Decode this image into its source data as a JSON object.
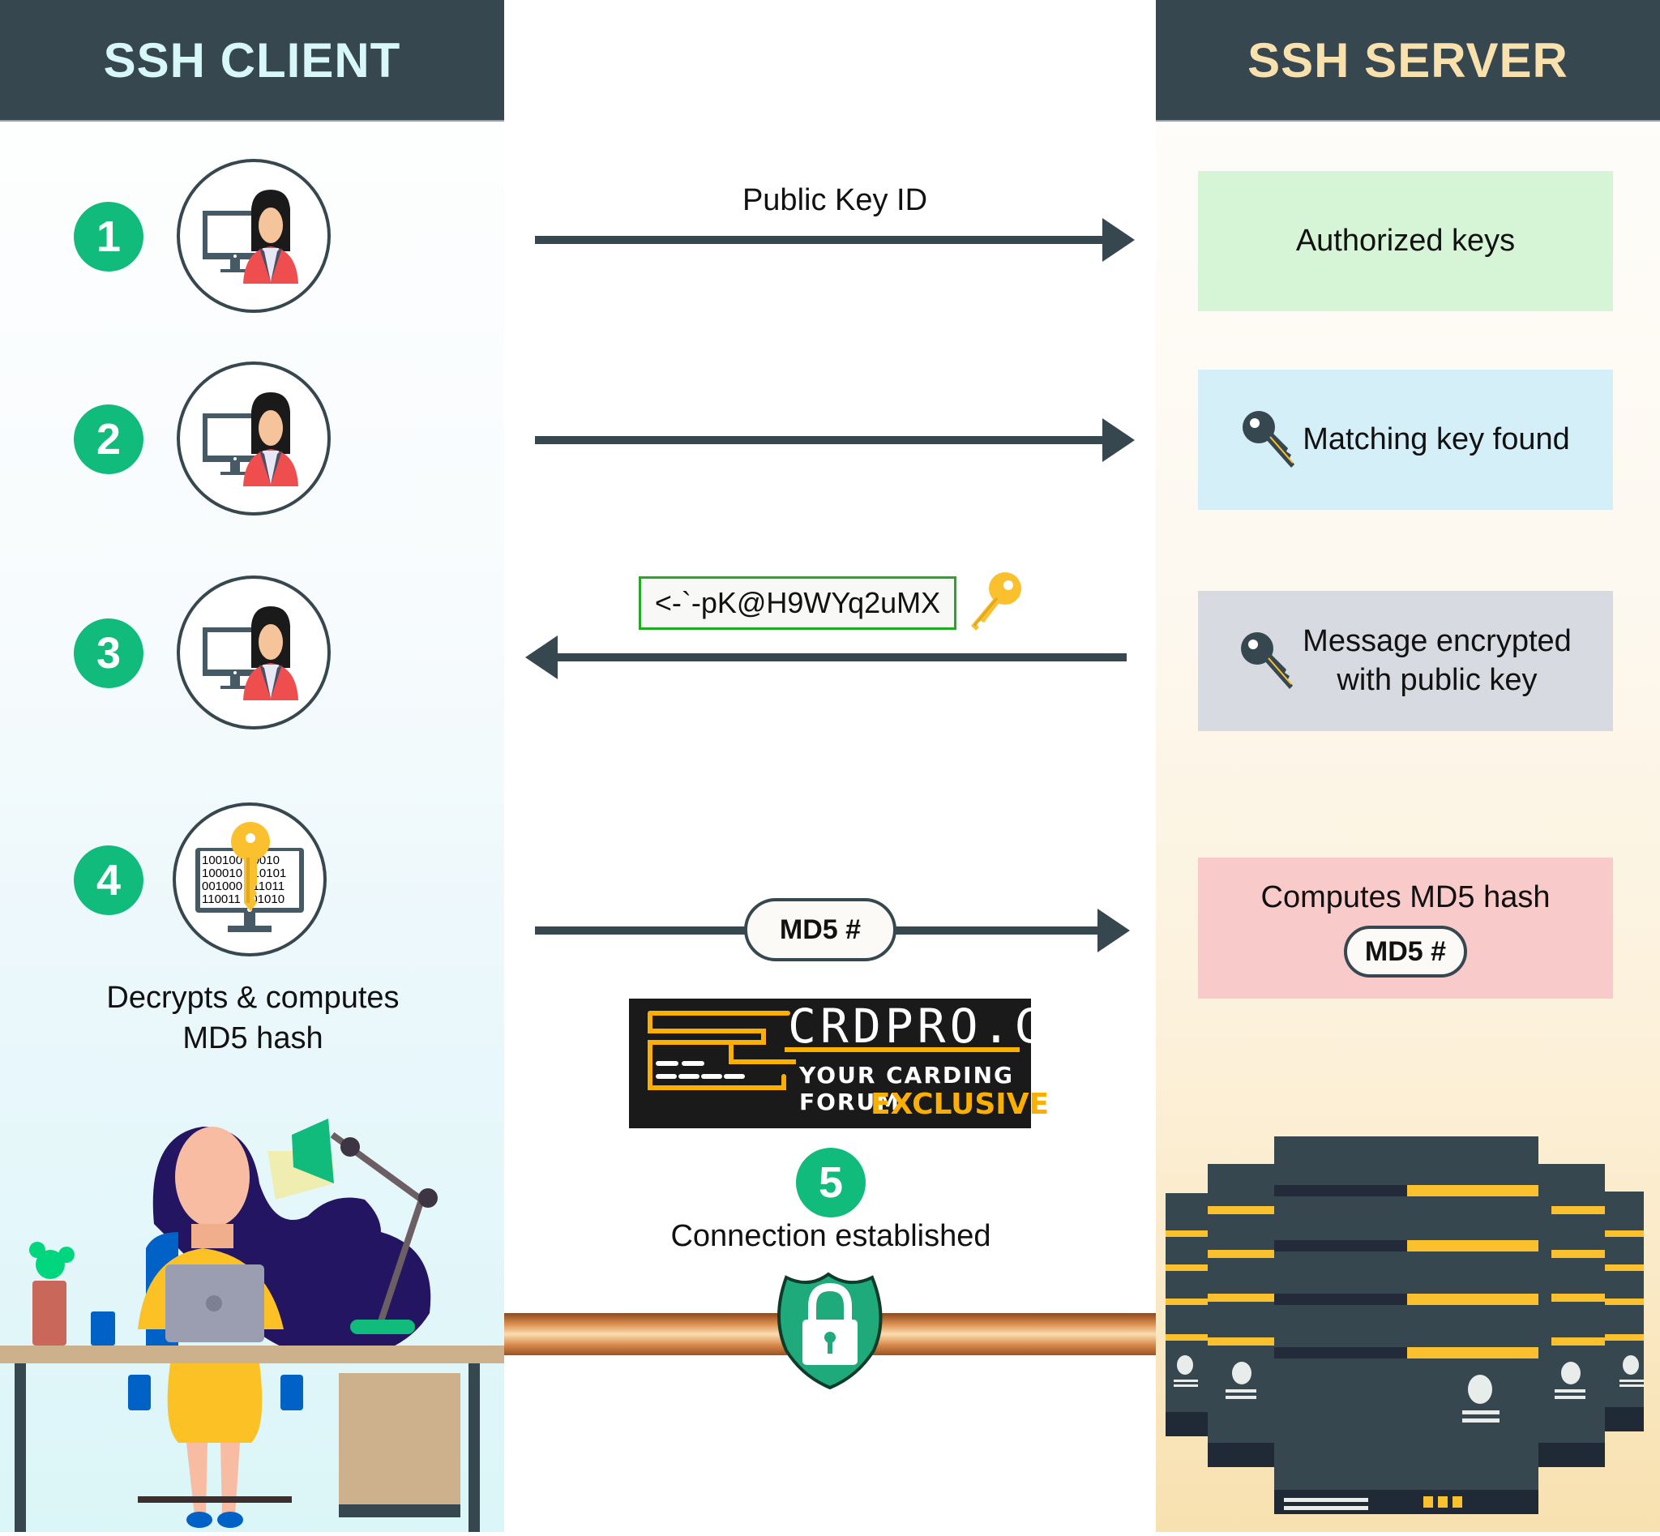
{
  "columns": {
    "client_title": "SSH CLIENT",
    "server_title": "SSH SERVER"
  },
  "colors": {
    "header_bg": "#37474f",
    "client_title": "#d8f7f8",
    "server_title": "#f9e1ad",
    "step_badge": "#10bb7c",
    "arrow": "#37474f",
    "box_authorized": "#d6f5d6",
    "box_matching": "#d4eff8",
    "box_encrypted": "#d8dae2",
    "box_md5": "#f8cac9",
    "cipher_border": "#22aa22",
    "key_gold": "#fbc02d"
  },
  "steps": [
    {
      "number": "1",
      "icon": "user-at-computer-icon"
    },
    {
      "number": "2",
      "icon": "user-at-computer-icon"
    },
    {
      "number": "3",
      "icon": "user-at-computer-icon"
    },
    {
      "number": "4",
      "icon": "decrypt-binary-key-icon",
      "caption_line1": "Decrypts & computes",
      "caption_line2": "MD5 hash"
    },
    {
      "number": "5",
      "caption": "Connection established",
      "icon": "lock-shield-icon"
    }
  ],
  "binary_screen": [
    "100100 10010",
    "100010 010101",
    "001000 011011",
    "110011 001010"
  ],
  "messages": {
    "step1_label": "Public Key ID",
    "step3_cipher": "<-`-pK@H9WYq2uMX",
    "step4_pill": "MD5 #"
  },
  "server_boxes": {
    "authorized": "Authorized keys",
    "matching": "Matching key found",
    "encrypted_line1": "Message encrypted",
    "encrypted_line2": "with public key",
    "md5_title": "Computes MD5 hash",
    "md5_pill": "MD5 #"
  },
  "ad_banner": {
    "title": "CRDPRO.CC",
    "subtitle": "YOUR CARDING FORUM",
    "tag": "EXCLUSIVE"
  }
}
